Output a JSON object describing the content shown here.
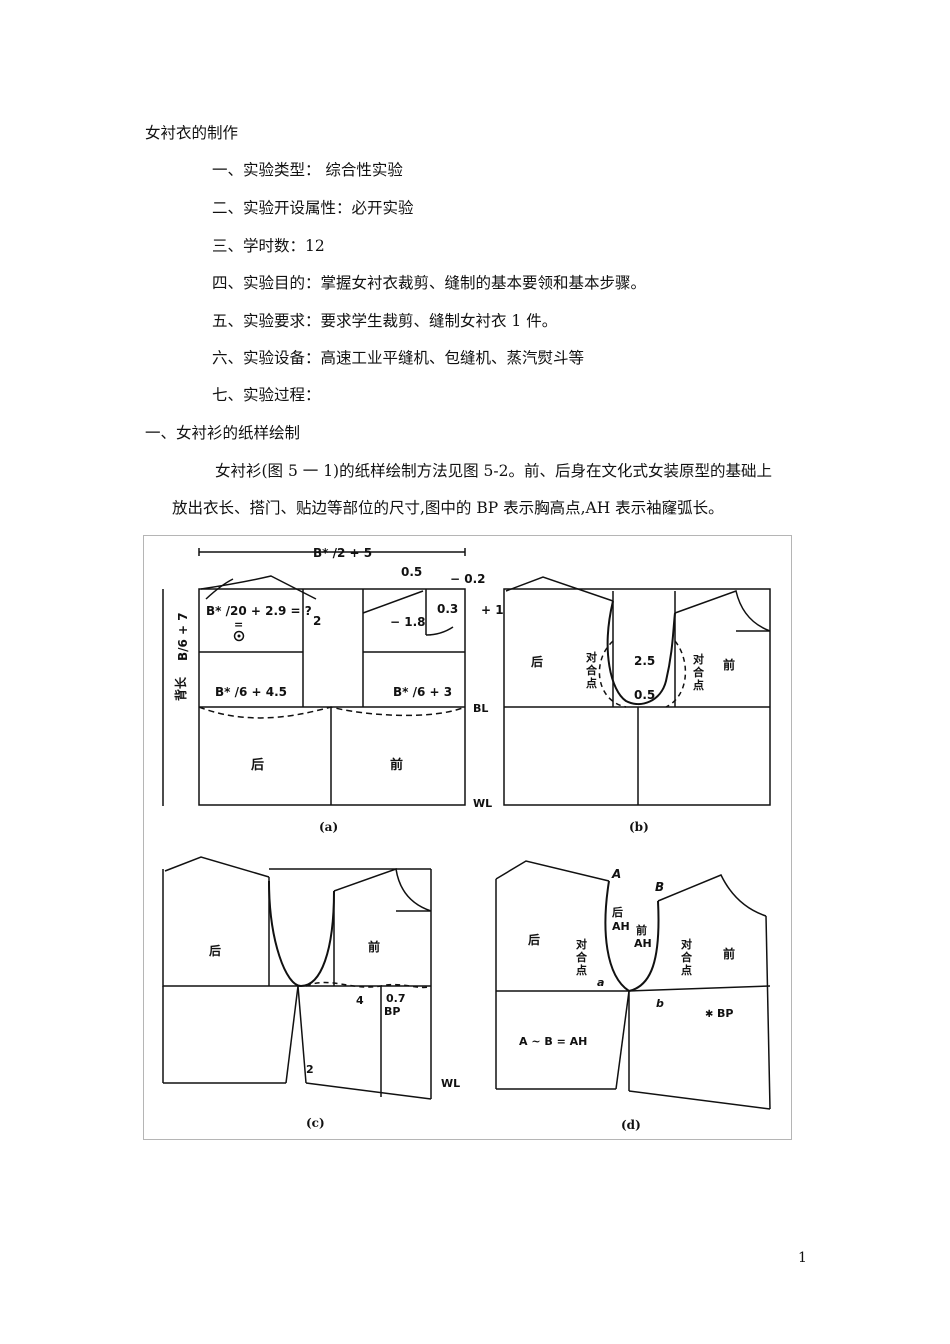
{
  "title": "女衬衣的制作",
  "items": [
    "一、实验类型：   综合性实验",
    "二、实验开设属性：必开实验",
    "三、学时数：12",
    "四、实验目的：掌握女衬衣裁剪、缝制的基本要领和基本步骤。",
    "五、实验要求：要求学生裁剪、缝制女衬衣 1 件。",
    "六、实验设备：高速工业平缝机、包缝机、蒸汽熨斗等",
    "七、实验过程："
  ],
  "section_heading": "一、女衬衫的纸样绘制",
  "paragraph_line1": "女衬衫(图 5 一 1)的纸样绘制方法见图 5-2。前、后身在文化式女装原型的基础上",
  "paragraph_line2": "放出衣长、搭门、贴边等部位的尺寸,图中的 BP 表示胸高点,AH 表示袖窿弧长。",
  "figure": {
    "a": {
      "top_dim": "B* /2 + 5",
      "eq": "B* /20 + 2.9 = ?",
      "eq_mark": "=",
      "side_dim": "B/6 + 7",
      "back_len": "背长",
      "bw_back": "B* /6 + 4.5",
      "bw_front": "B* /6 + 3",
      "back": "后",
      "front": "前",
      "bl": "BL",
      "wl": "WL",
      "n2": "2",
      "n05": "0.5",
      "n02": "− 0.2",
      "n03": "0.3",
      "n1": "+ 1",
      "n18": "− 1.8",
      "caption": "(a)"
    },
    "b": {
      "back": "后",
      "front": "前",
      "match_l": [
        "对",
        "合",
        "点"
      ],
      "match_r": [
        "对",
        "合",
        "点"
      ],
      "n25": "2.5",
      "n05": "0.5",
      "caption": "(b)"
    },
    "c": {
      "back": "后",
      "front": "前",
      "n4": "4",
      "n07": "0.7",
      "bp": "BP",
      "n2": "2",
      "wl": "WL",
      "caption": "(c)"
    },
    "d": {
      "back": "后",
      "front": "前",
      "A": "A",
      "B": "B",
      "a": "a",
      "b": "b",
      "back_ah": [
        "后",
        "AH"
      ],
      "front_ah": [
        "前",
        "AH"
      ],
      "match_l": [
        "对",
        "合",
        "点"
      ],
      "match_r": [
        "对",
        "合",
        "点"
      ],
      "formula": "A ~ B = AH",
      "bp": "BP",
      "caption": "(d)"
    }
  },
  "page_number": "1"
}
